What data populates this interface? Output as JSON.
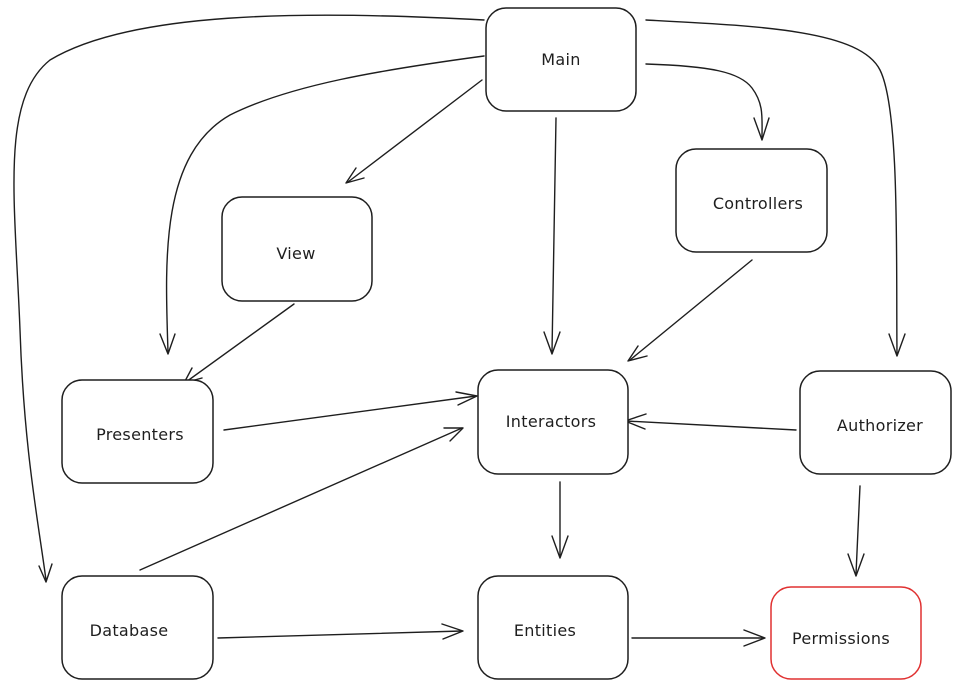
{
  "colors": {
    "stroke": "#1e1e1e",
    "highlight": "#e03131",
    "background": "#ffffff"
  },
  "nodes": {
    "main": "Main",
    "controllers": "Controllers",
    "view": "View",
    "presenters": "Presenters",
    "interactors": "Interactors",
    "authorizer": "Authorizer",
    "database": "Database",
    "entities": "Entities",
    "permissions": "Permissions"
  },
  "edges": [
    {
      "from": "main",
      "to": "database"
    },
    {
      "from": "main",
      "to": "presenters"
    },
    {
      "from": "main",
      "to": "view"
    },
    {
      "from": "main",
      "to": "interactors"
    },
    {
      "from": "main",
      "to": "controllers"
    },
    {
      "from": "main",
      "to": "authorizer"
    },
    {
      "from": "view",
      "to": "presenters"
    },
    {
      "from": "controllers",
      "to": "interactors"
    },
    {
      "from": "presenters",
      "to": "interactors"
    },
    {
      "from": "database",
      "to": "interactors"
    },
    {
      "from": "authorizer",
      "to": "interactors"
    },
    {
      "from": "interactors",
      "to": "entities"
    },
    {
      "from": "authorizer",
      "to": "permissions"
    },
    {
      "from": "database",
      "to": "entities"
    },
    {
      "from": "entities",
      "to": "permissions"
    }
  ]
}
